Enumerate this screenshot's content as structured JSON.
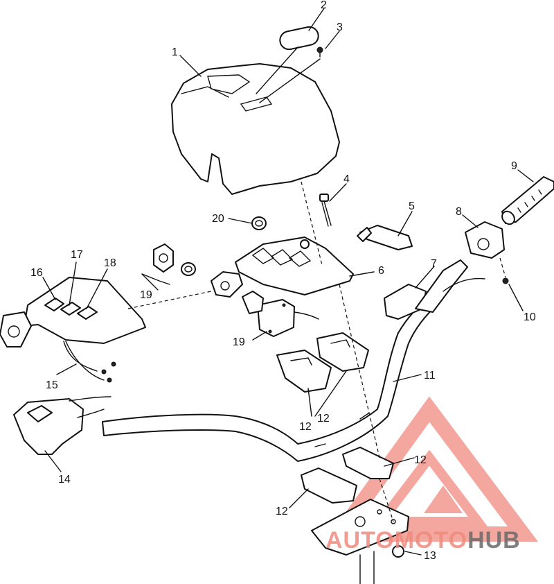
{
  "diagram": {
    "callouts": [
      "1",
      "2",
      "3",
      "4",
      "5",
      "6",
      "7",
      "8",
      "9",
      "10",
      "11",
      "12",
      "12",
      "12",
      "12",
      "13",
      "14",
      "15",
      "16",
      "17",
      "18",
      "19",
      "19",
      "20"
    ]
  },
  "watermark": {
    "part1": "AUTOMOTO",
    "part2": "HUB",
    "color_primary": "#f08a7e",
    "color_secondary": "#6b6b6b"
  }
}
